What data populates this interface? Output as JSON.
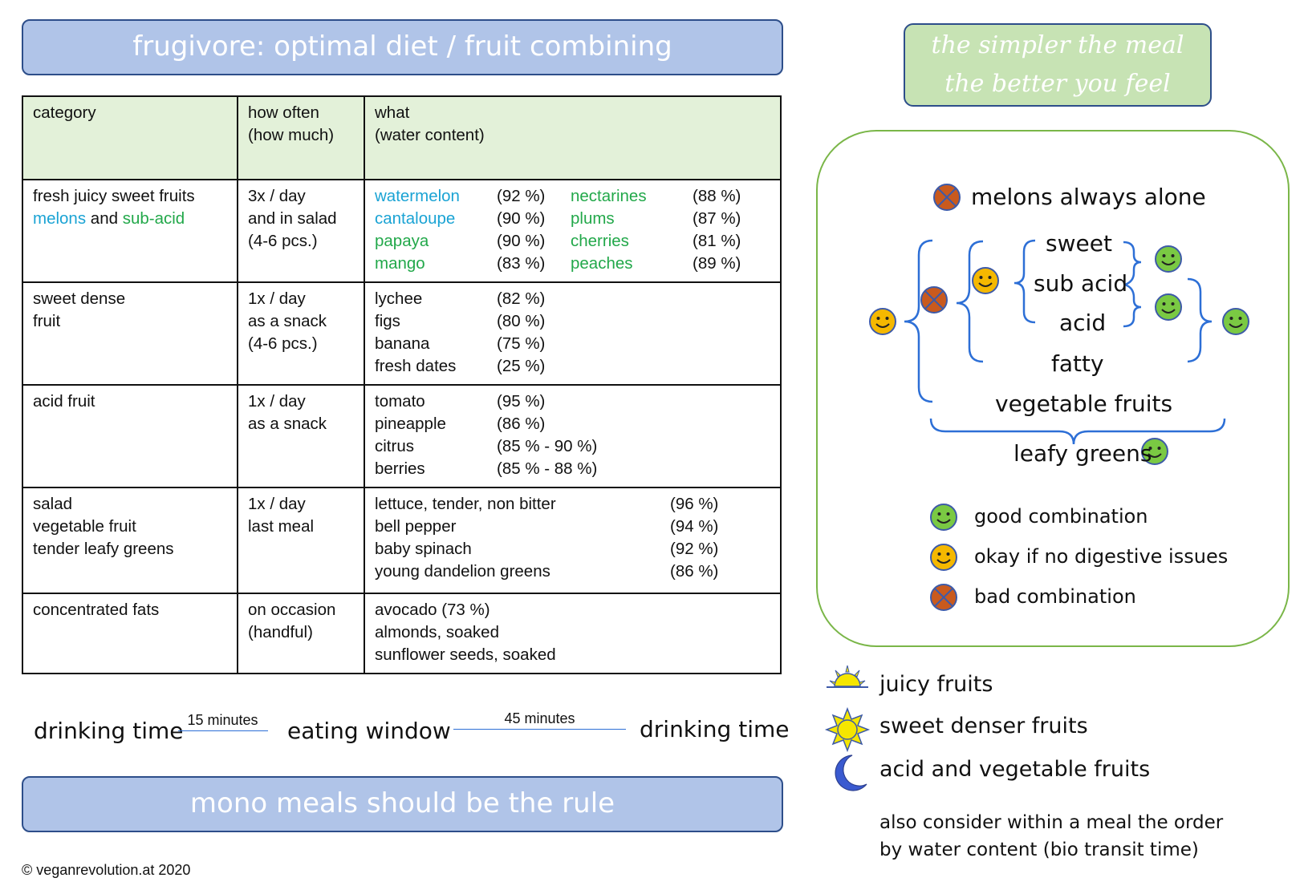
{
  "title": "frugivore: optimal diet / fruit combining",
  "motto": {
    "line1": "the simpler the meal",
    "line2": "the better you feel"
  },
  "table": {
    "headers": {
      "category": [
        "category"
      ],
      "how_often": [
        "how often",
        "(how much)"
      ],
      "what": [
        "what",
        "(water content)"
      ]
    },
    "rows": {
      "juicy": {
        "category": {
          "line1": "fresh juicy sweet fruits",
          "melons": "melons",
          "and": " and ",
          "subacid": "sub-acid"
        },
        "how": [
          "3x / day",
          "and in salad",
          "(4-6 pcs.)"
        ],
        "items_left": [
          {
            "name": "watermelon",
            "pct": "(92 %)",
            "color": "blue"
          },
          {
            "name": "cantaloupe",
            "pct": "(90 %)",
            "color": "blue"
          },
          {
            "name": "papaya",
            "pct": "(90 %)",
            "color": "green"
          },
          {
            "name": "mango",
            "pct": "(83 %)",
            "color": "green"
          }
        ],
        "items_right": [
          {
            "name": "nectarines",
            "pct": "(88 %)",
            "color": "green"
          },
          {
            "name": "plums",
            "pct": "(87 %)",
            "color": "green"
          },
          {
            "name": "cherries",
            "pct": "(81 %)",
            "color": "green"
          },
          {
            "name": "peaches",
            "pct": "(89 %)",
            "color": "green"
          }
        ]
      },
      "dense": {
        "category": [
          "sweet dense",
          "fruit"
        ],
        "how": [
          "1x / day",
          "as a snack",
          "(4-6 pcs.)"
        ],
        "items": [
          {
            "name": "lychee",
            "pct": "(82 %)"
          },
          {
            "name": "figs",
            "pct": "(80 %)"
          },
          {
            "name": "banana",
            "pct": "(75 %)"
          },
          {
            "name": "fresh dates",
            "pct": "(25 %)"
          }
        ]
      },
      "acid": {
        "category": [
          "acid fruit"
        ],
        "how": [
          "1x / day",
          "as a snack"
        ],
        "items": [
          {
            "name": "tomato",
            "pct": "(95 %)"
          },
          {
            "name": "pineapple",
            "pct": "(86 %)"
          },
          {
            "name": "citrus",
            "pct": "(85 % - 90 %)"
          },
          {
            "name": "berries",
            "pct": "(85 % - 88 %)"
          }
        ]
      },
      "salad": {
        "category": [
          "salad",
          "vegetable fruit",
          "tender leafy greens"
        ],
        "how": [
          "1x / day",
          "last meal"
        ],
        "items": [
          {
            "name": "lettuce, tender, non bitter",
            "pct": "(96 %)"
          },
          {
            "name": "bell pepper",
            "pct": "(94 %)"
          },
          {
            "name": "baby spinach",
            "pct": "(92 %)"
          },
          {
            "name": "young dandelion greens",
            "pct": "(86 %)"
          }
        ]
      },
      "fats": {
        "category": [
          "concentrated fats"
        ],
        "how": [
          "on occasion",
          "(handful)"
        ],
        "items": [
          "avocado (73 %)",
          "almonds, soaked",
          "sunflower seeds, soaked"
        ]
      }
    }
  },
  "timeline": {
    "drinking_left": "drinking time",
    "gap1": "15 minutes",
    "eating": "eating window",
    "gap2": "45 minutes",
    "drinking_right": "drinking time"
  },
  "rule": "mono meals should be the rule",
  "footer": "© veganrevolution.at 2020",
  "combining": {
    "melons": "melons always alone",
    "sweet": "sweet",
    "subacid": "sub acid",
    "acid": "acid",
    "fatty": "fatty",
    "vegetable": "vegetable fruits",
    "leafy": "leafy greens",
    "legend": {
      "good": "good combination",
      "okay": "okay if no digestive issues",
      "bad": "bad combination"
    }
  },
  "times": {
    "juicy": "juicy fruits",
    "dense": "sweet denser fruits",
    "acid": "acid and vegetable fruits"
  },
  "note": {
    "line1": "also consider within a meal the order",
    "line2": "by water content (bio transit time)"
  },
  "colors": {
    "melon_blue": "#1aa3d4",
    "subacid_green": "#22a84a",
    "banner_blue": "#b0c4e8",
    "header_green": "#e3f1d9",
    "good_face": "#7ac943",
    "okay_face": "#f5b800",
    "bad_circle": "#c95a1e",
    "brace_blue": "#2d6fd6"
  }
}
